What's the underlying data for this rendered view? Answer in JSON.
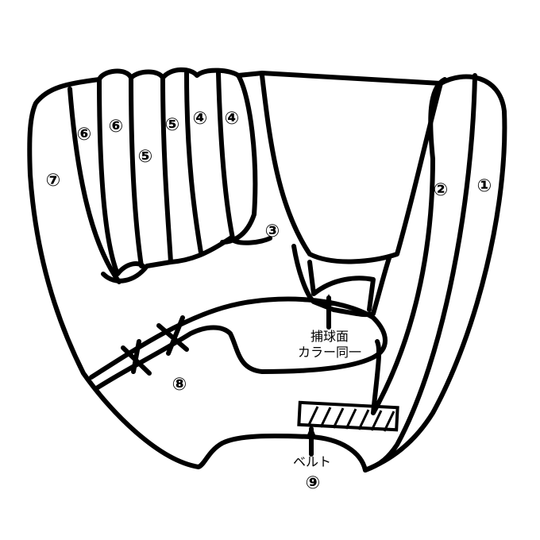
{
  "colors": {
    "glove_fill": "#F2D27A",
    "outline": "#000000"
  },
  "part_labels": {
    "p1": "①",
    "p2": "②",
    "p3": "③",
    "p4a": "④",
    "p4b": "④",
    "p5a": "⑤",
    "p5b": "⑤",
    "p6a": "⑥",
    "p6b": "⑥",
    "p7": "⑦",
    "p8": "⑧",
    "p9": "⑨"
  },
  "annotations": {
    "catch_face_line1": "捕球面",
    "catch_face_line2": "カラー同一",
    "belt": "ベルト"
  }
}
